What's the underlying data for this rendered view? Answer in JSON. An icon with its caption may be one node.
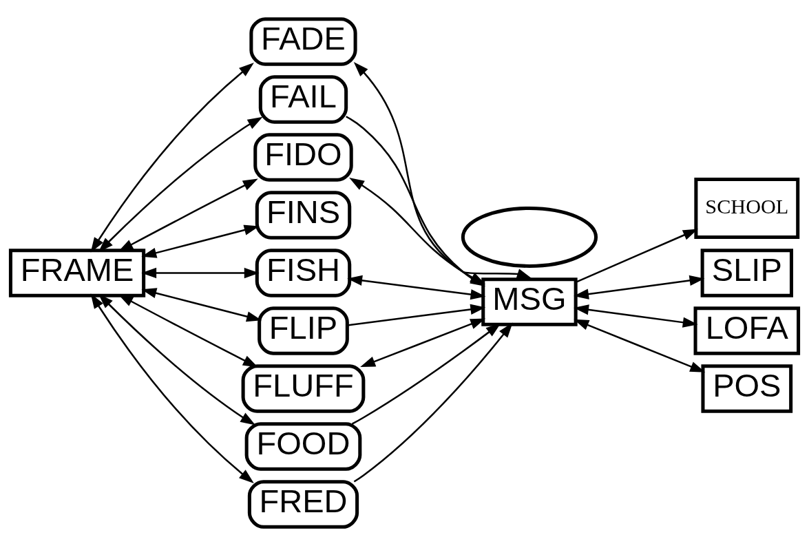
{
  "diagram": {
    "nodes": [
      {
        "text": [
          "FRAME"
        ]
      },
      {
        "text": [
          "FADE"
        ]
      },
      {
        "text": [
          "FAIL"
        ]
      },
      {
        "text": [
          "FIDO"
        ]
      },
      {
        "text": [
          "FINS"
        ]
      },
      {
        "text": [
          "FISH"
        ]
      },
      {
        "text": [
          "FLIP"
        ]
      },
      {
        "text": [
          "FLUFF"
        ]
      },
      {
        "text": [
          "FOOD"
        ]
      },
      {
        "text": [
          "FRED"
        ]
      },
      {
        "text": [],
        "shape": "ellipse"
      },
      {
        "text": [
          "MSG"
        ]
      },
      {
        "text": [
          "SCHOOL"
        ]
      },
      {
        "text": [
          "SLIP"
        ]
      },
      {
        "text": [
          "LOFA"
        ]
      },
      {
        "text": [
          "POS"
        ]
      }
    ],
    "edges": [
      {
        "from": 0,
        "to": 1,
        "arrow": "both"
      },
      {
        "from": 0,
        "to": 2,
        "arrow": "both"
      },
      {
        "from": 0,
        "to": 3,
        "arrow": "both"
      },
      {
        "from": 0,
        "to": 4,
        "arrow": "both"
      },
      {
        "from": 0,
        "to": 5,
        "arrow": "both"
      },
      {
        "from": 0,
        "to": 6,
        "arrow": "both"
      },
      {
        "from": 0,
        "to": 7,
        "arrow": "both"
      },
      {
        "from": 0,
        "to": 8,
        "arrow": "both"
      },
      {
        "from": 0,
        "to": 9,
        "arrow": "both"
      },
      {
        "from": 11,
        "to": 1,
        "arrow": "both"
      },
      {
        "from": 2,
        "to": 11,
        "arrow": "to"
      },
      {
        "from": 11,
        "to": 3,
        "arrow": "both"
      },
      {
        "from": 11,
        "to": 5,
        "arrow": "both"
      },
      {
        "from": 6,
        "to": 11,
        "arrow": "to"
      },
      {
        "from": 11,
        "to": 7,
        "arrow": "both"
      },
      {
        "from": 8,
        "to": 11,
        "arrow": "to"
      },
      {
        "from": 9,
        "to": 11,
        "arrow": "to"
      },
      {
        "from": 11,
        "to": 12,
        "arrow": "to"
      },
      {
        "from": 11,
        "to": 13,
        "arrow": "both"
      },
      {
        "from": 11,
        "to": 14,
        "arrow": "both"
      },
      {
        "from": 11,
        "to": 15,
        "arrow": "both"
      }
    ]
  }
}
